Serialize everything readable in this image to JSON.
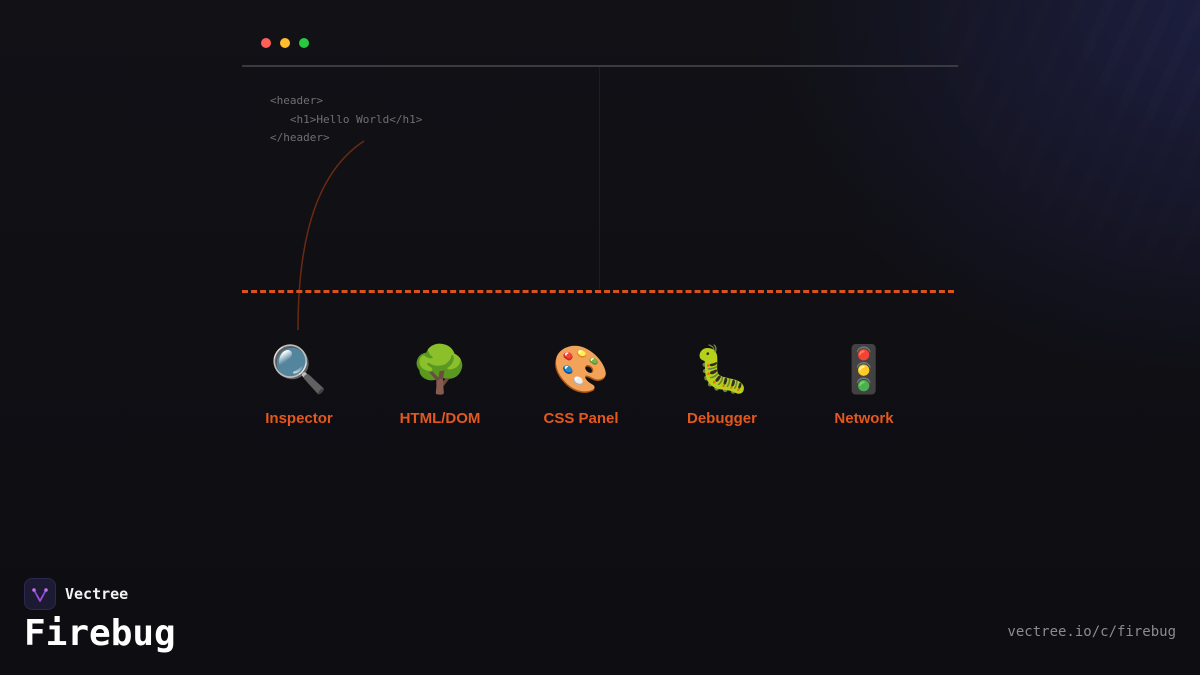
{
  "window": {
    "controls": [
      "close",
      "minimize",
      "maximize"
    ],
    "code_lines": [
      "<header>",
      "   <h1>Hello World</h1>",
      "</header>"
    ]
  },
  "tools": [
    {
      "emoji": "🔍",
      "label": "Inspector",
      "icon": "magnifier-icon"
    },
    {
      "emoji": "🌳",
      "label": "HTML/DOM",
      "icon": "tree-icon"
    },
    {
      "emoji": "🎨",
      "label": "CSS Panel",
      "icon": "palette-icon"
    },
    {
      "emoji": "🐛",
      "label": "Debugger",
      "icon": "bug-icon"
    },
    {
      "emoji": "🚦",
      "label": "Network",
      "icon": "traffic-light-icon"
    }
  ],
  "brand": {
    "name": "Vectree",
    "logo_icon": "vectree-logo-icon"
  },
  "title": "Firebug",
  "url": "vectree.io/c/firebug",
  "colors": {
    "background": "#111116",
    "accent": "#e2581f",
    "dashed_line": "#d9531e",
    "code_text": "#6e6e74",
    "close": "#ff5f57",
    "minimize": "#febc2e",
    "maximize": "#28c840",
    "brand_logo_bg": "#1d1a34",
    "brand_logo_mark": "#a64bd8"
  }
}
